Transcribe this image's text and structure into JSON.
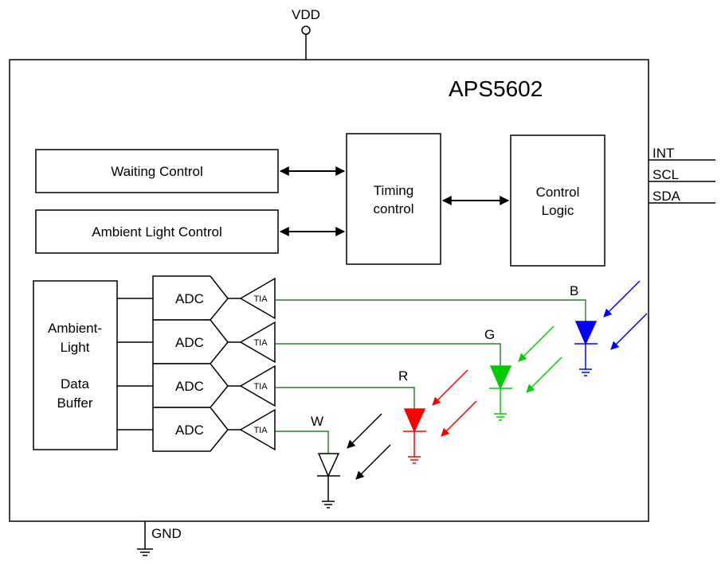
{
  "pins": {
    "vdd": "VDD",
    "gnd": "GND",
    "int": "INT",
    "scl": "SCL",
    "sda": "SDA"
  },
  "chip": {
    "name": "APS5602"
  },
  "blocks": {
    "waiting": "Waiting Control",
    "ambient": "Ambient Light Control",
    "timing": [
      "Timing",
      "control"
    ],
    "control": [
      "Control",
      "Logic"
    ],
    "buffer": [
      "Ambient-",
      "Light",
      "Data",
      "Buffer"
    ]
  },
  "channels": [
    {
      "adc": "ADC",
      "tia": "TIA",
      "photodiode": "B",
      "color": "#0000ff"
    },
    {
      "adc": "ADC",
      "tia": "TIA",
      "photodiode": "G",
      "color": "#00cc00"
    },
    {
      "adc": "ADC",
      "tia": "TIA",
      "photodiode": "R",
      "color": "#ff0000"
    },
    {
      "adc": "ADC",
      "tia": "TIA",
      "photodiode": "W",
      "color": "#000000"
    }
  ]
}
